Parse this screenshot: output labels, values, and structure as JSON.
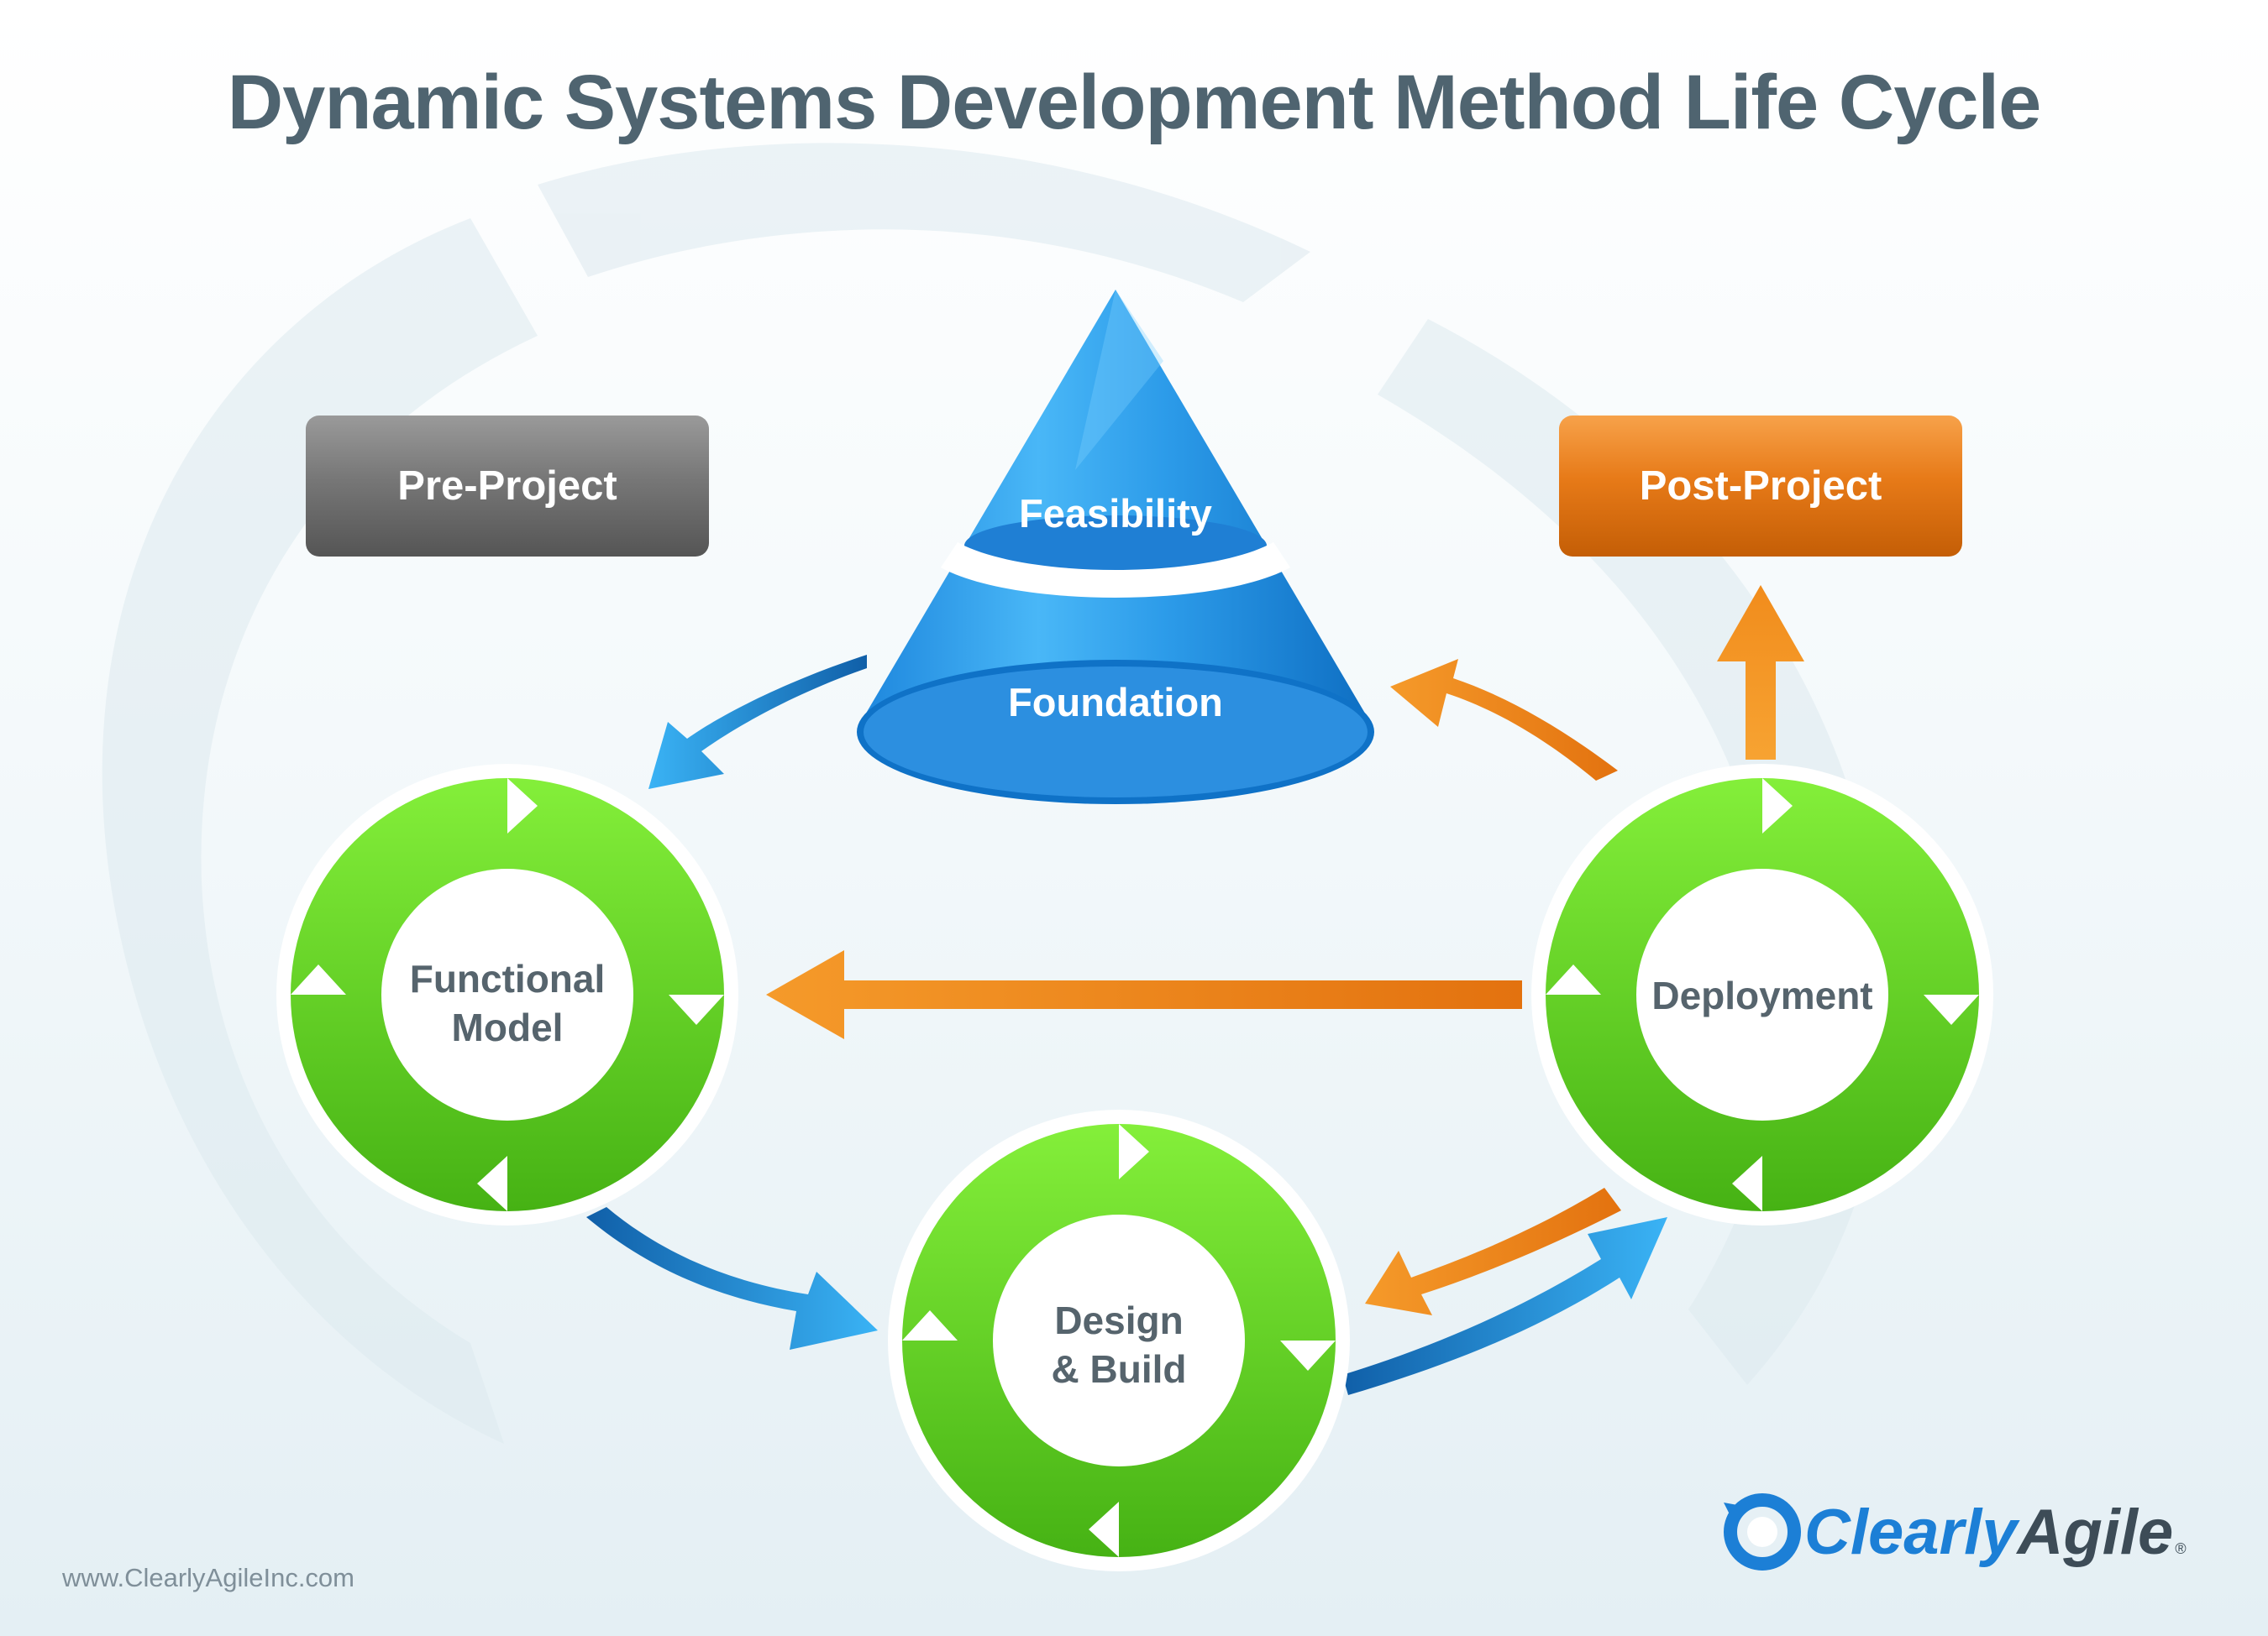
{
  "title": "Dynamic Systems Development Method Life Cycle",
  "phases": {
    "pre_project": "Pre-Project",
    "post_project": "Post-Project",
    "feasibility": "Feasibility",
    "foundation": "Foundation",
    "functional_model": [
      "Functional",
      "Model"
    ],
    "design_build": [
      "Design",
      "& Build"
    ],
    "deployment": "Deployment"
  },
  "website": "www.ClearlyAgileInc.com",
  "logo": {
    "part1": "Clearly",
    "part2": "Agile",
    "mark": "®"
  },
  "colors": {
    "title": "#4f6470",
    "pre_project_box": "#6b6b6b",
    "post_project_box": "#e26f0e",
    "cone_blue": "#2596e6",
    "cycle_green": "#5cc521",
    "arrow_blue": "#1f86d6",
    "arrow_orange": "#ef8a1c"
  },
  "icons": {
    "cycle": "circular-arrows-icon",
    "logo_mark": "refresh-circle-icon"
  }
}
